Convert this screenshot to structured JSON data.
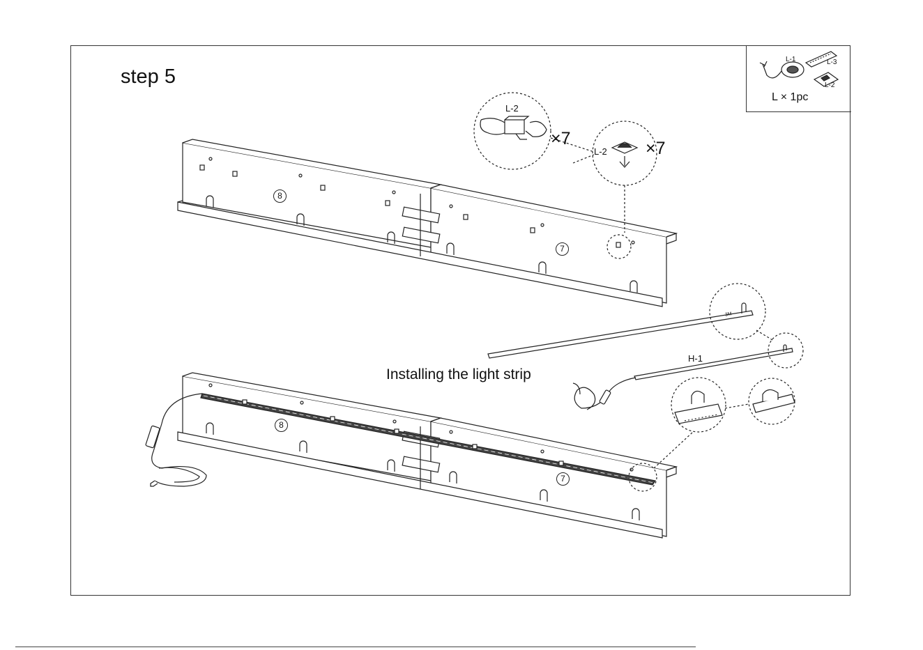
{
  "step": {
    "title": "step 5"
  },
  "parts_box": {
    "labels": {
      "l1": "L-1",
      "l2": "L-2",
      "l3": "L-3"
    },
    "quantity": "L × 1pc"
  },
  "detail_top": {
    "clip_label_hand": "L-2",
    "clip_label": "L-2",
    "multiplier_left": "×7",
    "multiplier_right": "×7"
  },
  "panels": {
    "part_left": "8",
    "part_right": "7"
  },
  "light_strip": {
    "caption": "Installing the light strip",
    "strip_label": "H-1",
    "tape_mark": "3M"
  }
}
